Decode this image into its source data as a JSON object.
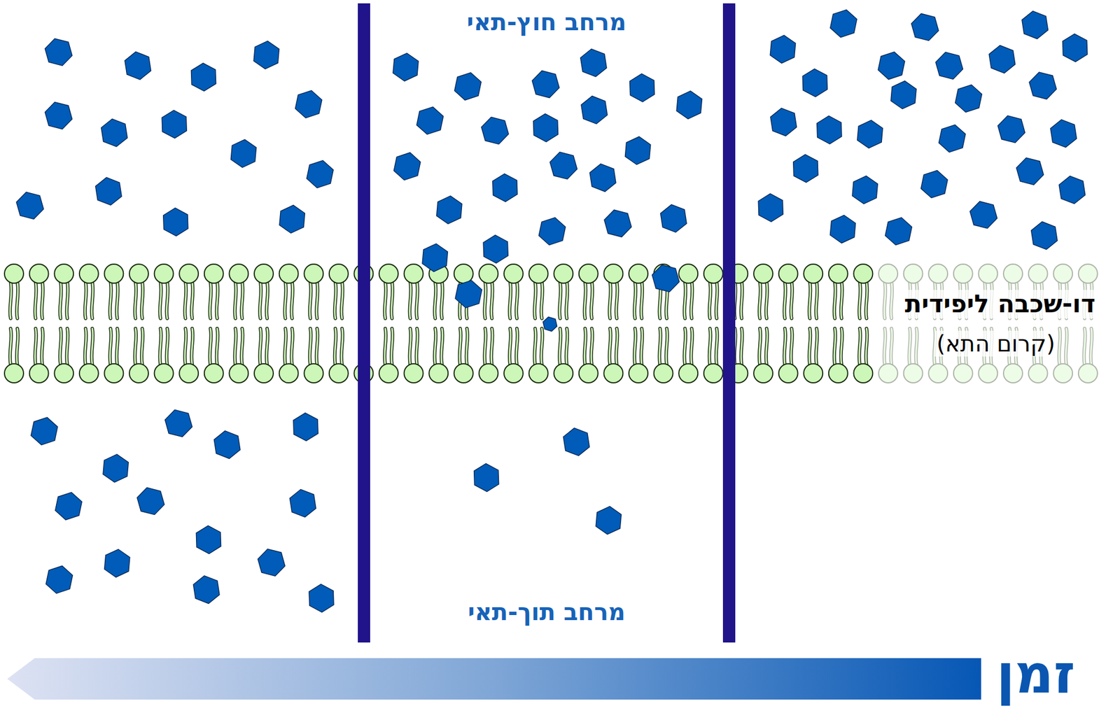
{
  "diagram": {
    "labels": [
      "מרחב חוץ-תאי",
      "מרחב תוך-תאי",
      "דו-שכבה ליפידית",
      "(קרום התא)",
      "זמן"
    ]
  }
}
